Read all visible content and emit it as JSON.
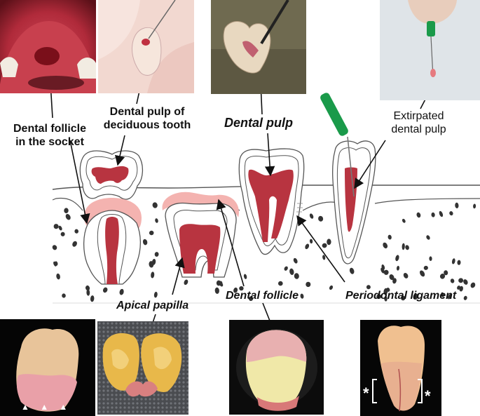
{
  "labels": {
    "follicle_socket": "Dental follicle\nin the socket",
    "pulp_deciduous": "Dental pulp of\ndeciduous tooth",
    "dental_pulp": "Dental pulp",
    "extirpated_pulp": "Extirpated\ndental pulp",
    "apical_papilla": "Apical papilla",
    "dental_follicle": "Dental follicle",
    "periodontal_ligament": "Periodontal ligament"
  },
  "photo_marks": {
    "arrowheads": "▲ ▲ ▲",
    "asterisk": "*"
  },
  "colors": {
    "pulp": "#b83440",
    "follicle": "#f4b3b0",
    "outline": "#444444",
    "arrow": "#111111",
    "file_handle": "#1a9a4a",
    "bone_dots": "#333333"
  }
}
